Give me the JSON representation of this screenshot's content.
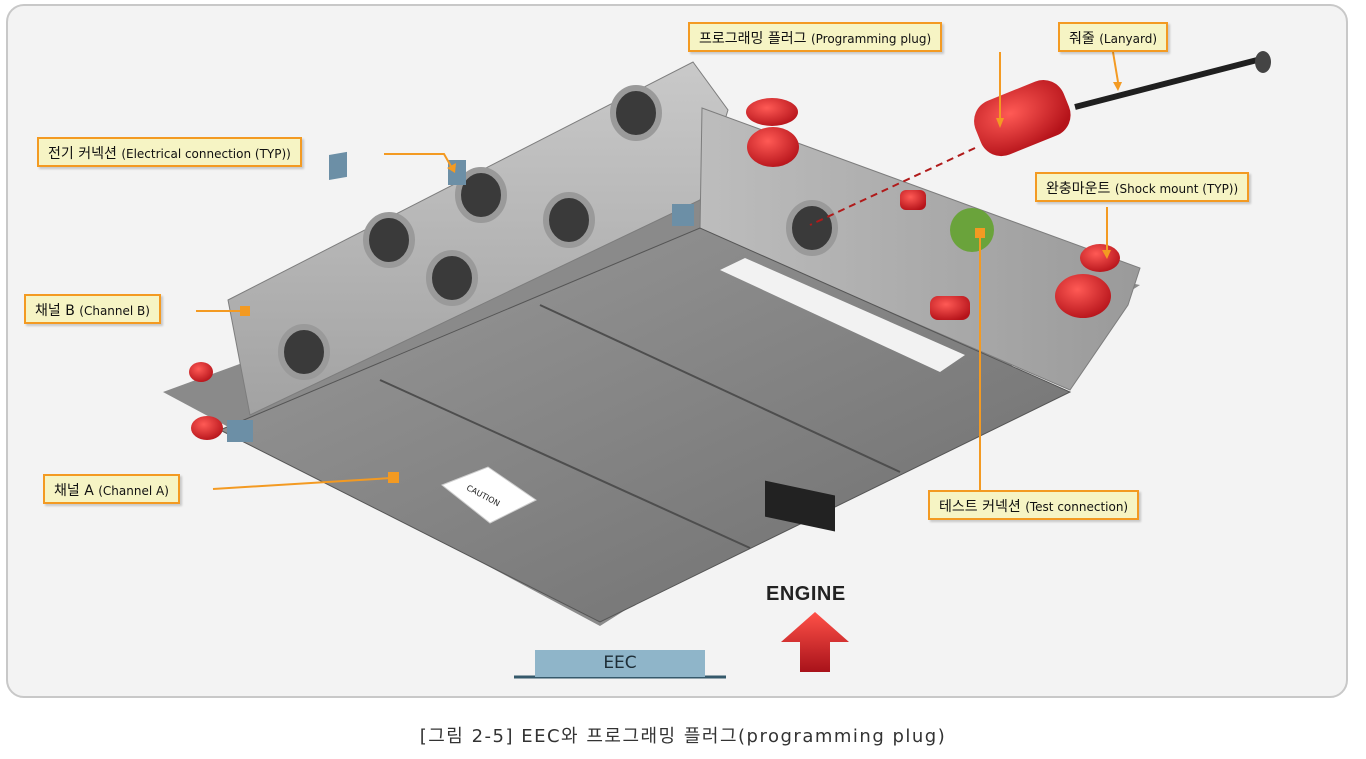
{
  "labels": {
    "programming_plug": {
      "ko": "프로그래밍 플러그",
      "en": "(Programming plug)"
    },
    "lanyard": {
      "ko": "줘줄",
      "en": "(Lanyard)"
    },
    "electrical_connection": {
      "ko": "전기 커넥션",
      "en": "(Electrical connection (TYP))"
    },
    "shock_mount": {
      "ko": "완충마운트",
      "en": "(Shock mount (TYP))"
    },
    "channel_b": {
      "ko": "채널 B",
      "en": "(Channel B)"
    },
    "channel_a": {
      "ko": "채널 A",
      "en": "(Channel A)"
    },
    "test_connection": {
      "ko": "테스트 커넥션",
      "en": "(Test connection)"
    }
  },
  "engine_label": "ENGINE",
  "eec_label": "EEC",
  "caution_sticker": "CAUTION",
  "caption": "[그림 2-5] EEC와 프로그래밍 플러그(programming plug)",
  "colors": {
    "label_fill": "#f6f4c4",
    "label_border": "#f39a22",
    "leader_line": "#f39a22",
    "arrow_red": "#d8262b",
    "eec_bar": "#8fb5c9"
  }
}
